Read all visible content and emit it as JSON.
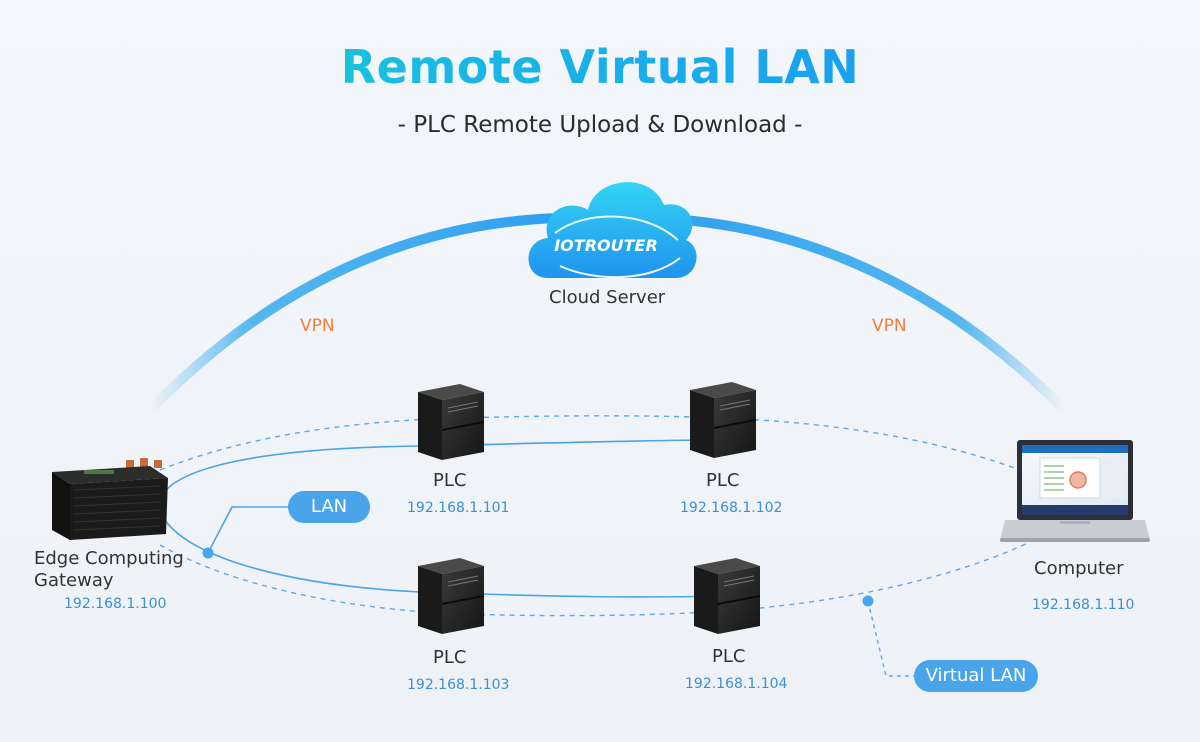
{
  "header": {
    "title": "Remote Virtual LAN",
    "subtitle": "-  PLC Remote Upload & Download  -"
  },
  "cloud": {
    "logo_text": "IOTROUTER",
    "label": "Cloud Server"
  },
  "vpn_labels": {
    "left": "VPN",
    "right": "VPN"
  },
  "gateway": {
    "name_line1": "Edge Computing",
    "name_line2": "Gateway",
    "ip": "192.168.1.100"
  },
  "plcs": [
    {
      "name": "PLC",
      "ip": "192.168.1.101"
    },
    {
      "name": "PLC",
      "ip": "192.168.1.102"
    },
    {
      "name": "PLC",
      "ip": "192.168.1.103"
    },
    {
      "name": "PLC",
      "ip": "192.168.1.104"
    }
  ],
  "computer": {
    "name": "Computer",
    "ip": "192.168.1.110"
  },
  "badges": {
    "lan": "LAN",
    "virtual_lan": "Virtual LAN"
  },
  "colors": {
    "title_gradient": [
      "#16d6cf",
      "#1e8ef0"
    ],
    "vpn_text": "#f27f3e",
    "ip_text": "#3c8fd0",
    "link_line": "#4aa4ea",
    "badge_bg": "#4aa4ea"
  },
  "icons": [
    "cloud-icon",
    "gateway-device-icon",
    "plc-device-icon",
    "laptop-icon"
  ]
}
